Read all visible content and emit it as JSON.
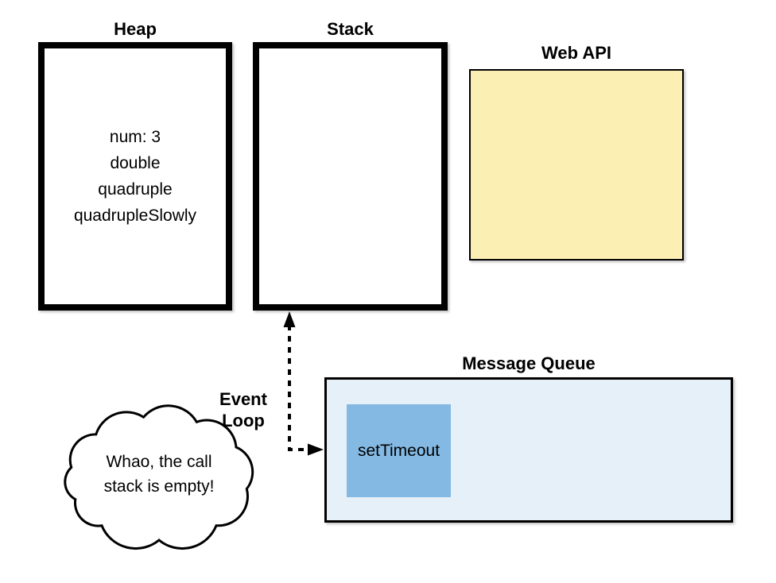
{
  "diagram": {
    "heap": {
      "title": "Heap",
      "items": [
        "num: 3",
        "double",
        "quadruple",
        "quadrupleSlowly"
      ]
    },
    "stack": {
      "title": "Stack"
    },
    "web_api": {
      "title": "Web API",
      "fill": "#FCEFB4"
    },
    "message_queue": {
      "title": "Message Queue",
      "fill": "#E6F0F8"
    },
    "set_timeout": {
      "label": "setTimeout",
      "fill": "#83B9E3"
    },
    "event_loop": {
      "line1": "Event",
      "line2": "Loop"
    },
    "cloud": {
      "line1": "Whao, the call",
      "line2": "stack is empty!"
    },
    "connector_color": "#000000",
    "border_color": "#000000"
  }
}
